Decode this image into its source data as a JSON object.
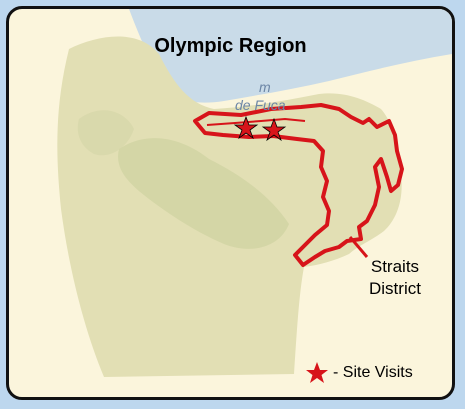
{
  "map": {
    "title": "Olympic Region",
    "water_label": "de Fuca",
    "water_label_upper": "m",
    "district_label": [
      "Straits",
      "District"
    ],
    "legend": {
      "symbol": "star-icon",
      "label": "- Site Visits"
    },
    "site_visit_count": 2,
    "colors": {
      "land": "#e2dfb4",
      "water": "#c9dbe8",
      "background": "#fbf5dc",
      "district_outline": "#d7141a",
      "site_marker": "#d7141a",
      "frame_outside": "#bdd7ee"
    }
  }
}
